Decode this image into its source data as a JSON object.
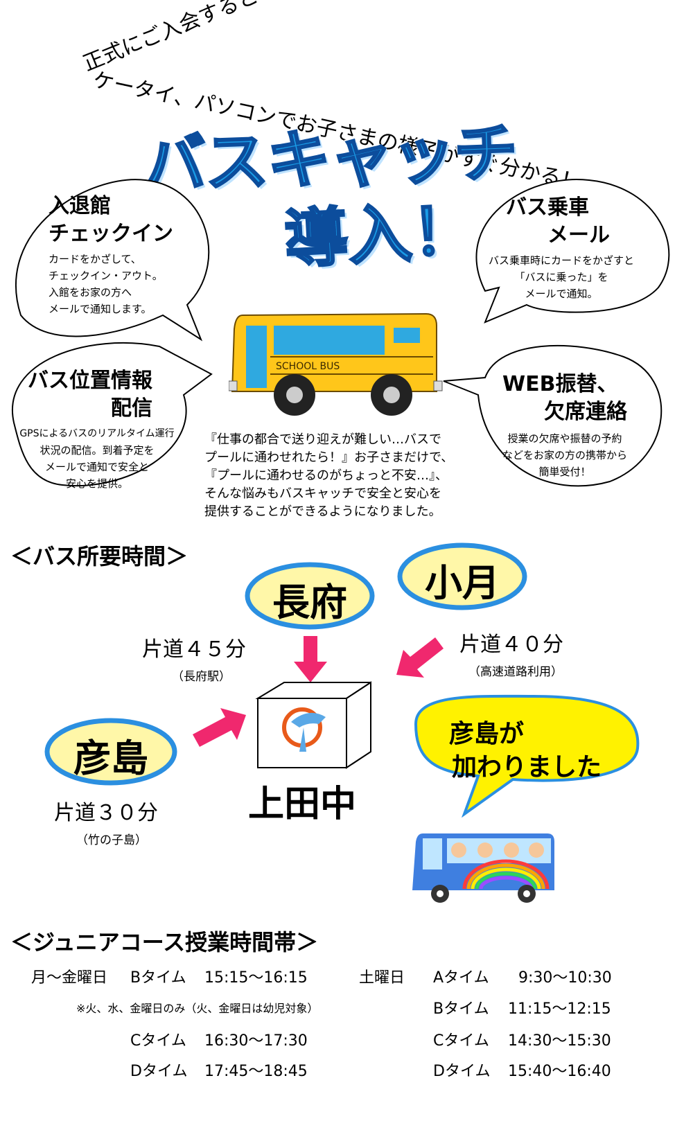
{
  "header": {
    "line1": "正式にご入会すると",
    "line2": "ケータイ、パソコンでお子さまの様子がすぐ分かる！",
    "title1": "バスキャッチ",
    "title2": "導入！"
  },
  "bubbles": {
    "checkin": {
      "h1": "入退館",
      "h2": "チェックイン",
      "b1": "カードをかざして、",
      "b2": "チェックイン・アウト。",
      "b3": "入館をお家の方へ",
      "b4": "メールで通知します。"
    },
    "busmail": {
      "h1": "バス乗車",
      "h2": "メール",
      "b1": "バス乗車時にカードをかざすと",
      "b2": "「バスに乗った」を",
      "b3": "メールで通知。"
    },
    "gps": {
      "h1": "バス位置情報",
      "h2": "配信",
      "b1": "GPSによるバスのリアルタイム運行",
      "b2": "状況の配信。到着予定を",
      "b3": "メールで通知で安全と",
      "b4": "安心を提供。"
    },
    "web": {
      "h1": "WEB振替、",
      "h2": "欠席連絡",
      "b1": "授業の欠席や振替の予約",
      "b2": "などをお家の方の携帯から",
      "b3": "簡単受付！"
    }
  },
  "bus_label": "SCHOOL BUS",
  "center_text": {
    "l1": "『仕事の都合で送り迎えが難しい…バスで",
    "l2": "プールに通わせれたら！』お子さまだけで、",
    "l3": "『プールに通わせるのがちょっと不安…』、",
    "l4": "そんな悩みもバスキャッチで安全と安心を",
    "l5": "提供することができるようになりました。"
  },
  "bus_time": {
    "heading": "＜バス所要時間＞",
    "nagafu": {
      "name": "長府",
      "time": "片道４５分",
      "note": "（長府駅）"
    },
    "ozuki": {
      "name": "小月",
      "time": "片道４０分",
      "note": "（高速道路利用）"
    },
    "hikoshima": {
      "name": "彦島",
      "time": "片道３０分",
      "note": "（竹の子島）"
    },
    "dest": "上田中",
    "notice1": "彦島が",
    "notice2": "加わりました"
  },
  "schedule": {
    "heading": "＜ジュニアコース授業時間帯＞",
    "weekday": "月～金曜日",
    "saturday": "土曜日",
    "note": "※火、水、金曜日のみ（火、金曜日は幼児対象）",
    "left": [
      {
        "slot": "Bタイム",
        "time": "15:15～16:15"
      },
      {
        "slot": "Cタイム",
        "time": "16:30～17:30"
      },
      {
        "slot": "Dタイム",
        "time": "17:45～18:45"
      }
    ],
    "right": [
      {
        "slot": "Aタイム",
        "time": "9:30～10:30"
      },
      {
        "slot": "Bタイム",
        "time": "11:15～12:15"
      },
      {
        "slot": "Cタイム",
        "time": "14:30～15:30"
      },
      {
        "slot": "Dタイム",
        "time": "15:40～16:40"
      }
    ]
  },
  "colors": {
    "title_blue": "#1a9de8",
    "oval_blue": "#2b8fe0",
    "oval_fill": "#fff7a8",
    "arrow_pink": "#f0286e",
    "notice_yellow": "#fff200",
    "bus_yellow": "#ffc61a"
  }
}
